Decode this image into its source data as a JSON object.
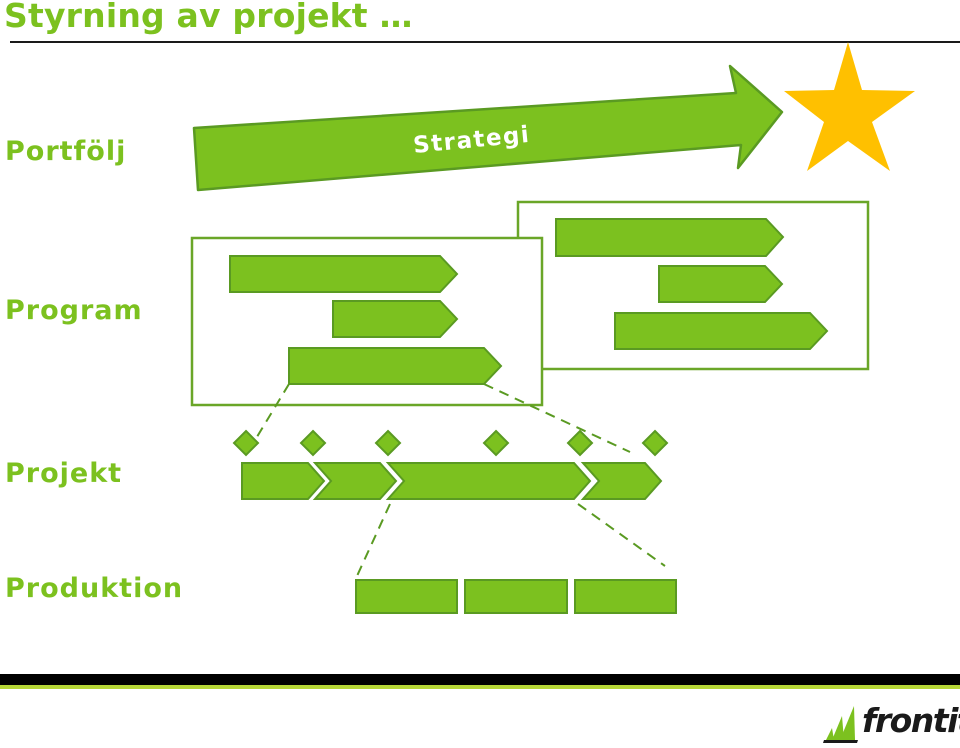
{
  "title": "Styrning av projekt …",
  "levels": {
    "portfolj": "Portfölj",
    "program": "Program",
    "projekt": "Projekt",
    "produktion": "Produktion"
  },
  "arrow_label": "Strategi",
  "logo_text": "frontit",
  "colors": {
    "green": "#7cc11f",
    "dark_green": "#5a9a22",
    "box_border": "#6aa628",
    "star": "#ffc000",
    "footer_black": "#000000",
    "footer_green": "#b5d636"
  },
  "icons": [
    "star-icon",
    "milestone-diamond-icon",
    "frontit-logo-icon"
  ]
}
